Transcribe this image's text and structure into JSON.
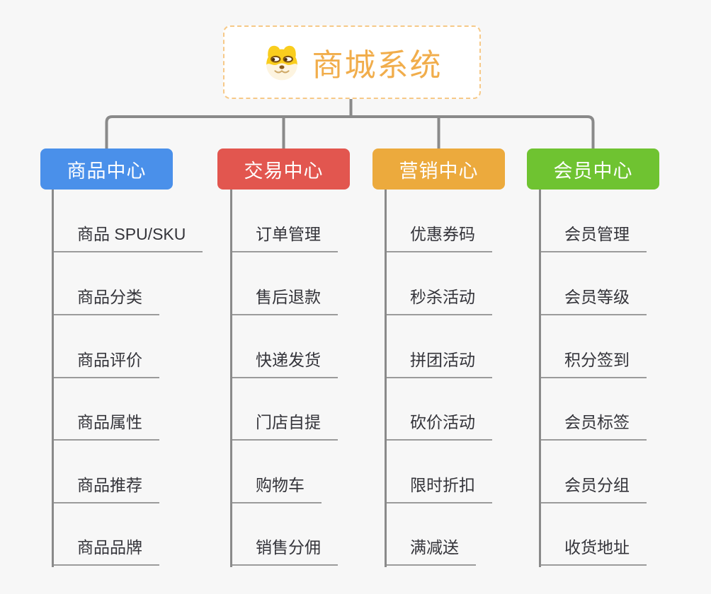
{
  "root": {
    "title": "商城系统",
    "icon": "doge-icon"
  },
  "columns": [
    {
      "label": "商品中心",
      "color": "#4a90ea",
      "items": [
        "商品 SPU/SKU",
        "商品分类",
        "商品评价",
        "商品属性",
        "商品推荐",
        "商品品牌"
      ]
    },
    {
      "label": "交易中心",
      "color": "#e2564f",
      "items": [
        "订单管理",
        "售后退款",
        "快递发货",
        "门店自提",
        "购物车",
        "销售分佣"
      ]
    },
    {
      "label": "营销中心",
      "color": "#ecaa3d",
      "items": [
        "优惠券码",
        "秒杀活动",
        "拼团活动",
        "砍价活动",
        "限时折扣",
        "满减送"
      ]
    },
    {
      "label": "会员中心",
      "color": "#6fc331",
      "items": [
        "会员管理",
        "会员等级",
        "积分签到",
        "会员标签",
        "会员分组",
        "收货地址"
      ]
    }
  ],
  "colors": {
    "background": "#f7f7f7",
    "connector": "#8a8a8a",
    "leaf_underline": "#9b9b9b",
    "leaf_text": "#34343a",
    "root_border": "#f6c988",
    "root_text": "#f1ad4b"
  }
}
